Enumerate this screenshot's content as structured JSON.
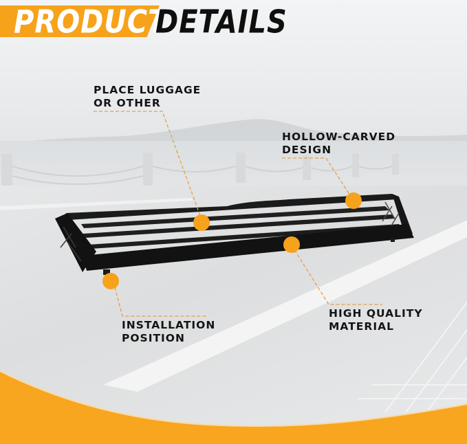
{
  "header": {
    "title_highlight": "PRODUCT",
    "title_rest": "DETAILS"
  },
  "callouts": [
    {
      "id": "place-luggage",
      "line1": "PLACE LUGGAGE",
      "line2": "OR OTHER"
    },
    {
      "id": "hollow-carved",
      "line1": "HOLLOW-CARVED",
      "line2": "DESIGN"
    },
    {
      "id": "installation",
      "line1": "INSTALLATION",
      "line2": "POSITION"
    },
    {
      "id": "high-quality",
      "line1": "HIGH QUALITY",
      "line2": "MATERIAL"
    }
  ],
  "colors": {
    "accent_orange": "#f7a21b",
    "text_dark": "#141414",
    "rack_black": "#161616",
    "background": "#eceeef"
  },
  "product": "black cargo roof rack"
}
